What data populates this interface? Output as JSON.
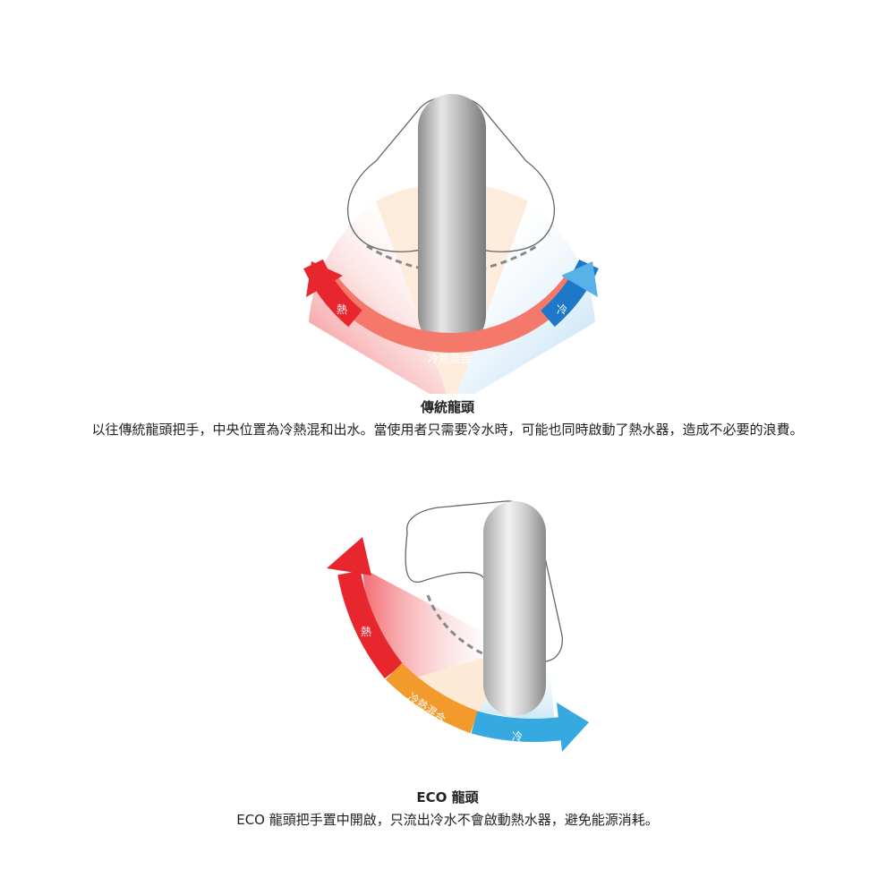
{
  "traditional": {
    "hot_label": "熱",
    "cold_label": "冷",
    "mix_label": "冷熱混合",
    "title": "傳統龍頭",
    "description": "以往傳統龍頭把手，中央位置為冷熱混和出水。當使用者只需要冷水時，可能也同時啟動了熱水器，造成不必要的浪費。"
  },
  "eco": {
    "hot_label": "熱",
    "mix_label": "冷熱混合",
    "cold_label": "冷",
    "title": "ECO 龍頭",
    "description": "ECO 龍頭把手置中開啟，只流出冷水不會啟動熱水器，避免能源消耗。"
  },
  "colors": {
    "hot": "#e8262d",
    "mix": "#f58b6a",
    "cold": "#1e90d6",
    "eco_mix": "#f39a2c",
    "eco_cold": "#35a9e0"
  }
}
